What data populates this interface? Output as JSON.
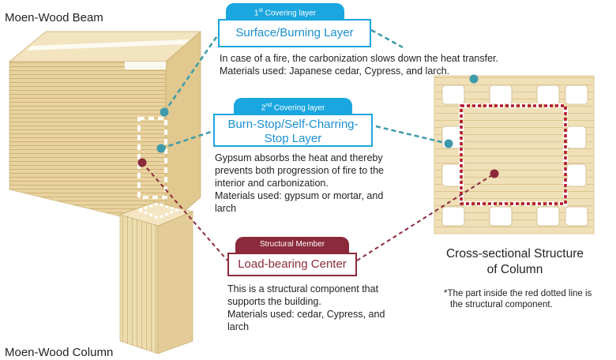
{
  "beam_label": "Moen-Wood   Beam",
  "column_label": "Moen-Wood   Column",
  "layer1": {
    "tag_num": "1",
    "tag_sup": "st",
    "tag_text": " Covering layer",
    "title": "Surface/Burning Layer",
    "desc_lines": [
      "In case of a fire, the carbonization slows down the heat transfer.",
      "Materials used: Japanese cedar, Cypress, and larch."
    ]
  },
  "layer2": {
    "tag_num": "2",
    "tag_sup": "nd",
    "tag_text": " Covering layer",
    "title_lines": [
      "Burn-Stop/Self-Charring-",
      "Stop Layer"
    ],
    "desc_lines": [
      "Gypsum absorbs the heat and thereby",
      "prevents both progression of fire to the",
      "interior and carbonization.",
      "Materials used: gypsum or mortar, and",
      "larch"
    ]
  },
  "layer3": {
    "tag_text": "Structural Member",
    "title": "Load-bearing Center",
    "desc_lines": [
      "This is a structural component that",
      "supports the building.",
      "Materials used: cedar, Cypress, and",
      "larch"
    ]
  },
  "cross_section": {
    "title_lines": [
      "Cross-sectional Structure",
      "of Column"
    ],
    "note_lines": [
      "*The part inside the red dotted line is",
      "the structural component."
    ]
  },
  "colors": {
    "cyan": "#1aa6df",
    "red": "#b0162b",
    "maroon": "#8b2a3a",
    "wood": "#ecd9ab",
    "teal_dot": "#3e9aaa"
  }
}
